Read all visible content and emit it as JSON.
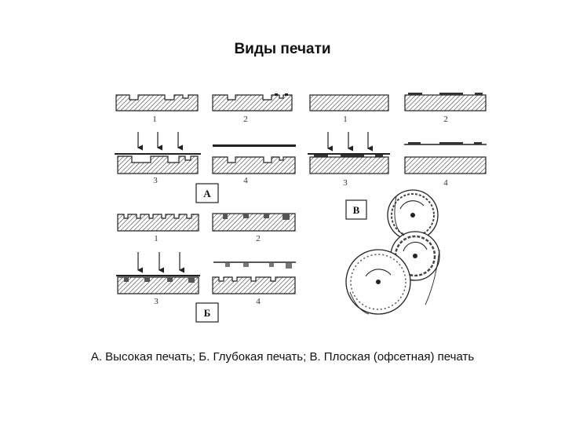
{
  "slide": {
    "title": "Виды печати",
    "caption": "А. Высокая печать; Б. Глубокая печать; В. Плоская (офсетная) печать"
  },
  "figure": {
    "panel_a": {
      "label": "А",
      "steps": [
        "1",
        "2",
        "3",
        "4"
      ]
    },
    "panel_b": {
      "label": "Б",
      "steps": [
        "1",
        "2",
        "3",
        "4"
      ]
    },
    "panel_v": {
      "label": "В",
      "steps": [
        "1",
        "2",
        "3",
        "4"
      ]
    }
  }
}
